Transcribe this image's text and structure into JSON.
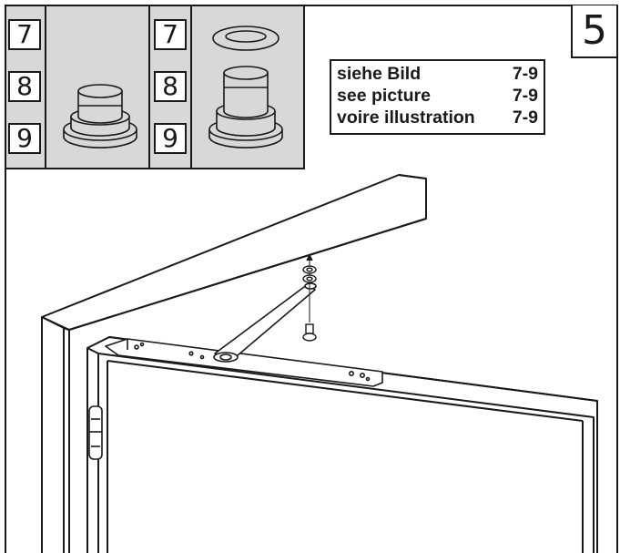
{
  "step_number": "5",
  "variant_numbers": {
    "left": [
      "7",
      "8",
      "9"
    ],
    "right": [
      "7",
      "8",
      "9"
    ]
  },
  "reference": [
    {
      "label": "siehe Bild",
      "range": "7-9"
    },
    {
      "label": "see picture",
      "range": "7-9"
    },
    {
      "label": "voire illustration",
      "range": "7-9"
    }
  ],
  "colors": {
    "panel_gray": "#d8d8d8",
    "line": "#1a1a1a"
  }
}
